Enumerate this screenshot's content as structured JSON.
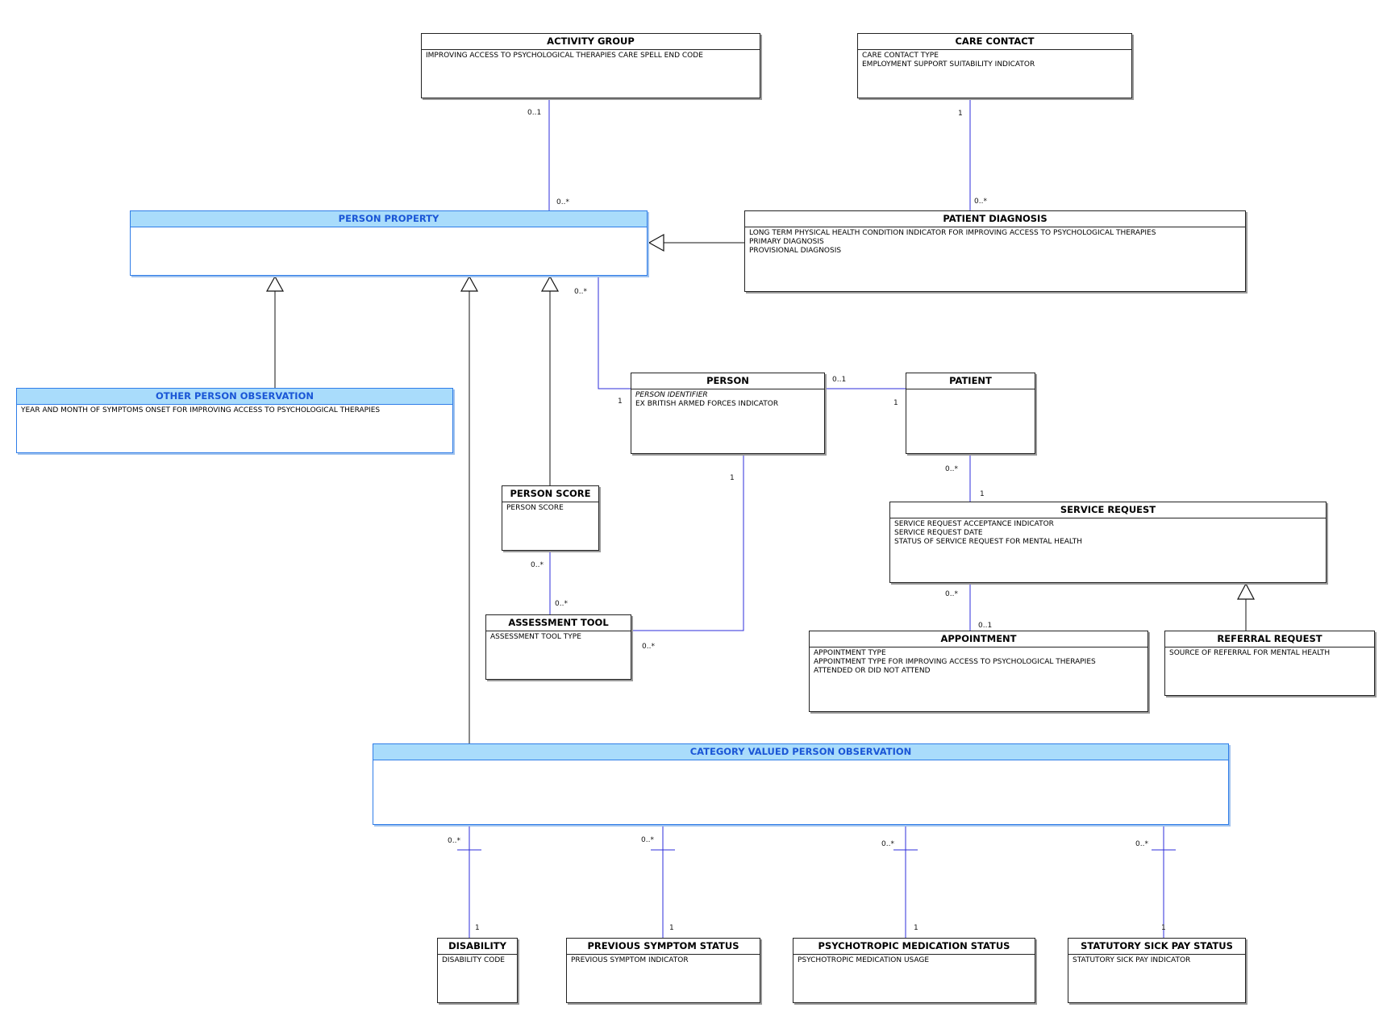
{
  "colors": {
    "association": "#2d2ddb",
    "generalization": "#111111",
    "abstract_header": "#a9dcfb",
    "abstract_text": "#1a56d6"
  },
  "entities": {
    "activity_group": {
      "title": "ACTIVITY GROUP",
      "attributes": [
        "IMPROVING ACCESS TO PSYCHOLOGICAL THERAPIES CARE SPELL END CODE"
      ]
    },
    "care_contact": {
      "title": "CARE CONTACT",
      "attributes": [
        "CARE CONTACT TYPE",
        "EMPLOYMENT SUPPORT SUITABILITY INDICATOR"
      ]
    },
    "person_property": {
      "title": "PERSON PROPERTY",
      "attributes": []
    },
    "patient_diagnosis": {
      "title": "PATIENT DIAGNOSIS",
      "attributes": [
        "LONG TERM PHYSICAL HEALTH CONDITION INDICATOR FOR IMPROVING ACCESS TO PSYCHOLOGICAL THERAPIES",
        "PRIMARY DIAGNOSIS",
        "PROVISIONAL DIAGNOSIS"
      ]
    },
    "other_person_observation": {
      "title": "OTHER PERSON OBSERVATION",
      "attributes": [
        "YEAR AND MONTH OF SYMPTOMS ONSET FOR IMPROVING ACCESS TO PSYCHOLOGICAL THERAPIES"
      ]
    },
    "person": {
      "title": "PERSON",
      "identifier": "PERSON IDENTIFIER",
      "attributes": [
        "EX BRITISH ARMED FORCES INDICATOR"
      ]
    },
    "patient": {
      "title": "PATIENT",
      "attributes": []
    },
    "person_score": {
      "title": "PERSON SCORE",
      "attributes": [
        "PERSON SCORE"
      ]
    },
    "service_request": {
      "title": "SERVICE REQUEST",
      "attributes": [
        "SERVICE REQUEST ACCEPTANCE INDICATOR",
        "SERVICE REQUEST DATE",
        "STATUS OF SERVICE REQUEST FOR MENTAL HEALTH"
      ]
    },
    "assessment_tool": {
      "title": "ASSESSMENT TOOL",
      "attributes": [
        "ASSESSMENT TOOL TYPE"
      ]
    },
    "appointment": {
      "title": "APPOINTMENT",
      "attributes": [
        "APPOINTMENT TYPE",
        "APPOINTMENT TYPE FOR IMPROVING ACCESS TO PSYCHOLOGICAL THERAPIES",
        "ATTENDED OR DID NOT ATTEND"
      ]
    },
    "referral_request": {
      "title": "REFERRAL REQUEST",
      "attributes": [
        "SOURCE OF REFERRAL FOR MENTAL HEALTH"
      ]
    },
    "category_valued_person_observation": {
      "title": "CATEGORY VALUED PERSON OBSERVATION",
      "attributes": []
    },
    "disability": {
      "title": "DISABILITY",
      "attributes": [
        "DISABILITY CODE"
      ]
    },
    "previous_symptom_status": {
      "title": "PREVIOUS SYMPTOM STATUS",
      "attributes": [
        "PREVIOUS SYMPTOM INDICATOR"
      ]
    },
    "psychotropic_medication_status": {
      "title": "PSYCHOTROPIC MEDICATION STATUS",
      "attributes": [
        "PSYCHOTROPIC MEDICATION USAGE"
      ]
    },
    "statutory_sick_pay_status": {
      "title": "STATUTORY SICK PAY STATUS",
      "attributes": [
        "STATUTORY SICK PAY INDICATOR"
      ]
    }
  },
  "multiplicities": {
    "activity_group_end": "0..1",
    "person_property_activity_end": "0..*",
    "care_contact_end": "1",
    "patient_diagnosis_end": "0..*",
    "person_property_person_end": "0..*",
    "person_property_side_end": "1",
    "person_patient_end": "0..1",
    "patient_person_end": "1",
    "person_assessment_end": "1",
    "person_score_end": "0..*",
    "assessment_tool_score_end": "0..*",
    "assessment_tool_person_end": "0..*",
    "patient_service_end": "0..*",
    "service_request_patient_end": "1",
    "service_request_appt_end": "0..*",
    "appointment_end": "0..1",
    "cvpo_disability_end": "0..*",
    "disability_end": "1",
    "cvpo_previous_end": "0..*",
    "previous_end": "1",
    "cvpo_psychotropic_end": "0..*",
    "psychotropic_end": "1",
    "cvpo_sickpay_end": "0..*",
    "sickpay_end": "1"
  }
}
